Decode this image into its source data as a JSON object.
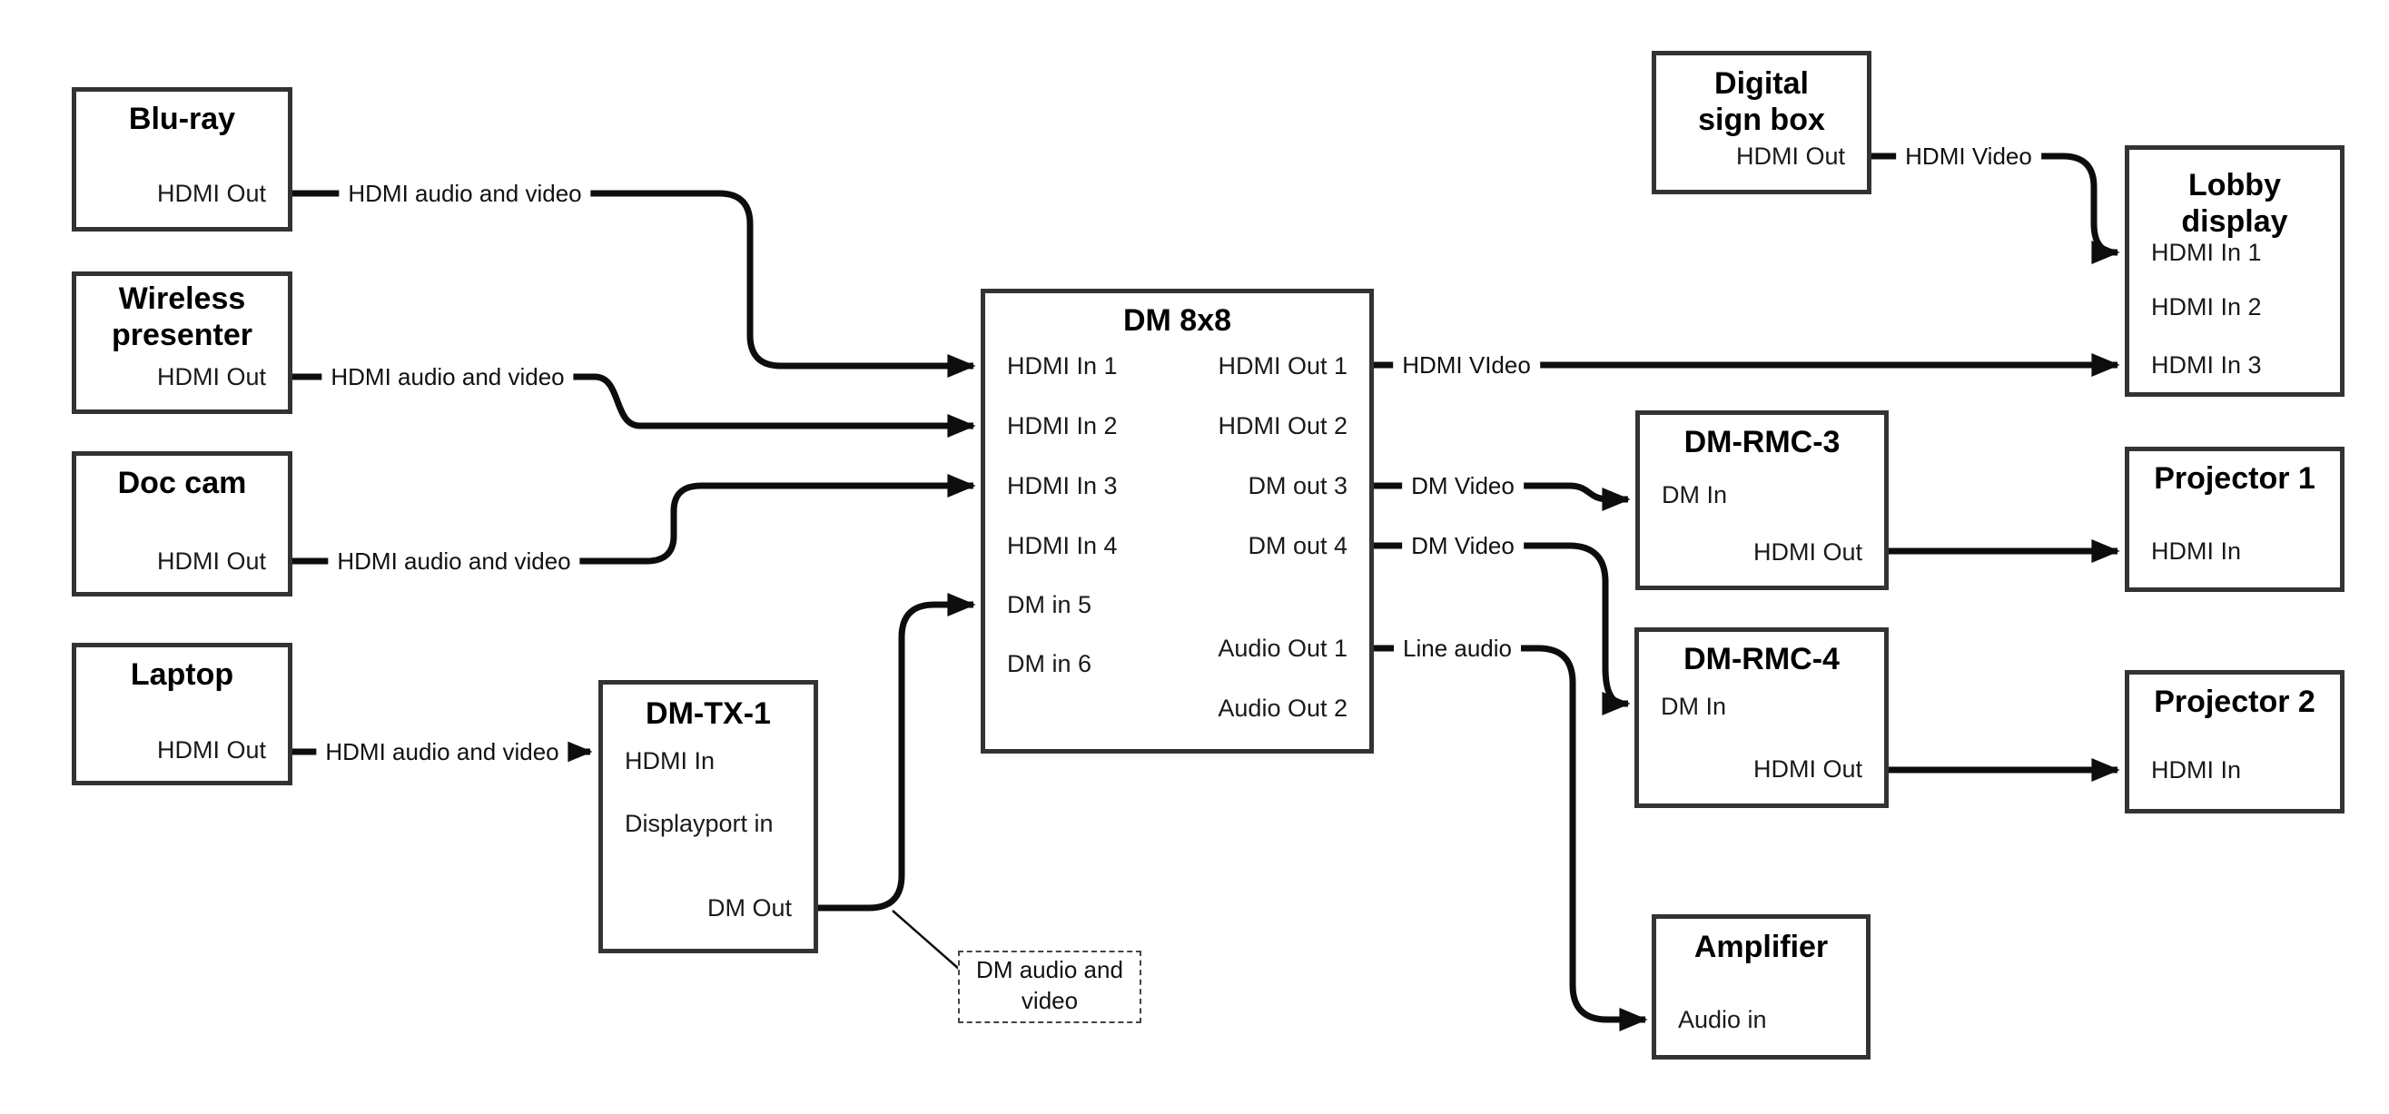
{
  "diagram": {
    "nodes": {
      "bluray": {
        "title": "Blu-ray",
        "port_hdmi_out": "HDMI Out"
      },
      "wireless": {
        "title": "Wireless presenter",
        "port_hdmi_out": "HDMI Out"
      },
      "doccam": {
        "title": "Doc cam",
        "port_hdmi_out": "HDMI Out"
      },
      "laptop": {
        "title": "Laptop",
        "port_hdmi_out": "HDMI Out"
      },
      "dmtx1": {
        "title": "DM-TX-1",
        "port_hdmi_in": "HDMI In",
        "port_dp_in": "Displayport in",
        "port_dm_out": "DM Out"
      },
      "dm8x8": {
        "title": "DM 8x8",
        "port_in1": "HDMI In 1",
        "port_in2": "HDMI In 2",
        "port_in3": "HDMI In 3",
        "port_in4": "HDMI In 4",
        "port_in5": "DM in 5",
        "port_in6": "DM in 6",
        "port_out1": "HDMI Out 1",
        "port_out2": "HDMI Out 2",
        "port_out3": "DM out 3",
        "port_out4": "DM out 4",
        "port_aout1": "Audio Out 1",
        "port_aout2": "Audio Out 2"
      },
      "digisign": {
        "title": "Digital sign box",
        "port_hdmi_out": "HDMI Out"
      },
      "lobby": {
        "title": "Lobby display",
        "port_in1": "HDMI In 1",
        "port_in2": "HDMI In 2",
        "port_in3": "HDMI In 3"
      },
      "dmrmc3": {
        "title": "DM-RMC-3",
        "port_dm_in": "DM In",
        "port_hdmi_out": "HDMI Out"
      },
      "proj1": {
        "title": "Projector 1",
        "port_hdmi_in": "HDMI In"
      },
      "dmrmc4": {
        "title": "DM-RMC-4",
        "port_dm_in": "DM In",
        "port_hdmi_out": "HDMI Out"
      },
      "proj2": {
        "title": "Projector 2",
        "port_hdmi_in": "HDMI In"
      },
      "amp": {
        "title": "Amplifier",
        "port_audio_in": "Audio in"
      }
    },
    "labels": {
      "hdmi_av": "HDMI audio and video",
      "hdmi_video_typo": "HDMI VIdeo",
      "hdmi_video": "HDMI Video",
      "dm_video": "DM Video",
      "line_audio": "Line audio",
      "callout": "DM audio and video"
    },
    "colors": {
      "line": "#0d0d0d",
      "box_border": "#333333",
      "background": "#ffffff",
      "text": "#1a1a1a"
    }
  }
}
